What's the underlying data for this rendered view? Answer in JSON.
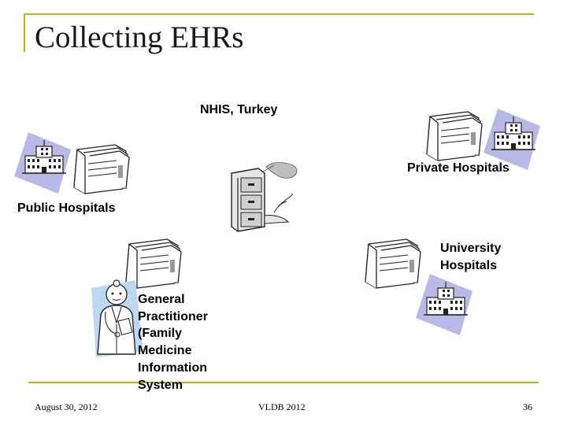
{
  "slide": {
    "title": "Collecting EHRs",
    "accent_color": "#c8b400"
  },
  "nodes": {
    "nhis": "NHIS, Turkey",
    "private": "Private Hospitals",
    "public": "Public Hospitals",
    "university_line1": "University",
    "university_line2": "Hospitals",
    "gp_lines": [
      "General",
      "Practitioner",
      "(Family",
      "Medicine",
      "Information",
      "System"
    ]
  },
  "icons": [
    "hospital-icon",
    "folders-icon",
    "file-cabinet-icon",
    "doctor-icon"
  ],
  "footer": {
    "date": "August 30, 2012",
    "event": "VLDB 2012",
    "page": "36"
  }
}
